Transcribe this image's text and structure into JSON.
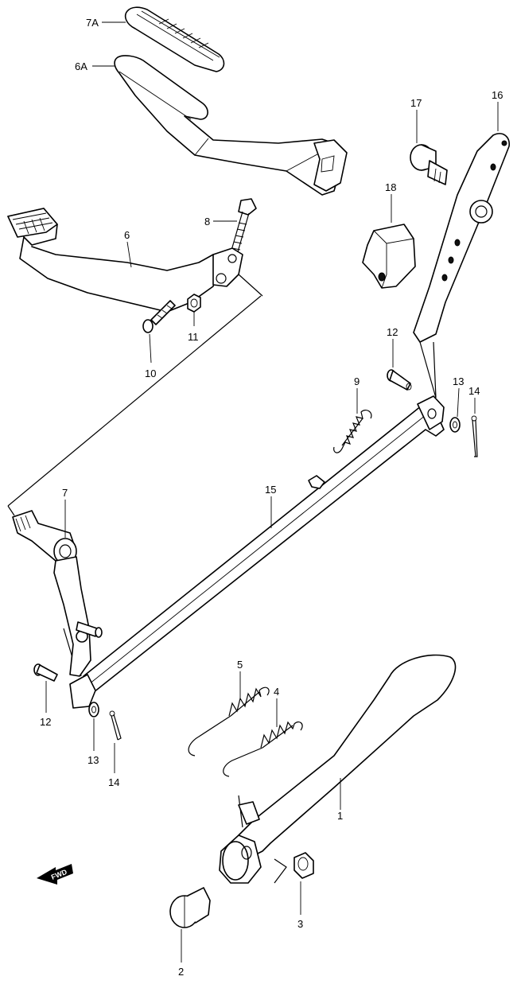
{
  "diagram": {
    "callouts": {
      "c7A": "7A",
      "c6A": "6A",
      "c17": "17",
      "c16": "16",
      "c18": "18",
      "c8": "8",
      "c6": "6",
      "c11": "11",
      "c10": "10",
      "c12_top": "12",
      "c9": "9",
      "c13_top": "13",
      "c14_top": "14",
      "c15": "15",
      "c7": "7",
      "c12_bottom": "12",
      "c13_bottom": "13",
      "c14_bottom": "14",
      "c5": "5",
      "c4": "4",
      "c1": "1",
      "c3": "3",
      "c2": "2"
    },
    "fwd_label": "FWD"
  }
}
